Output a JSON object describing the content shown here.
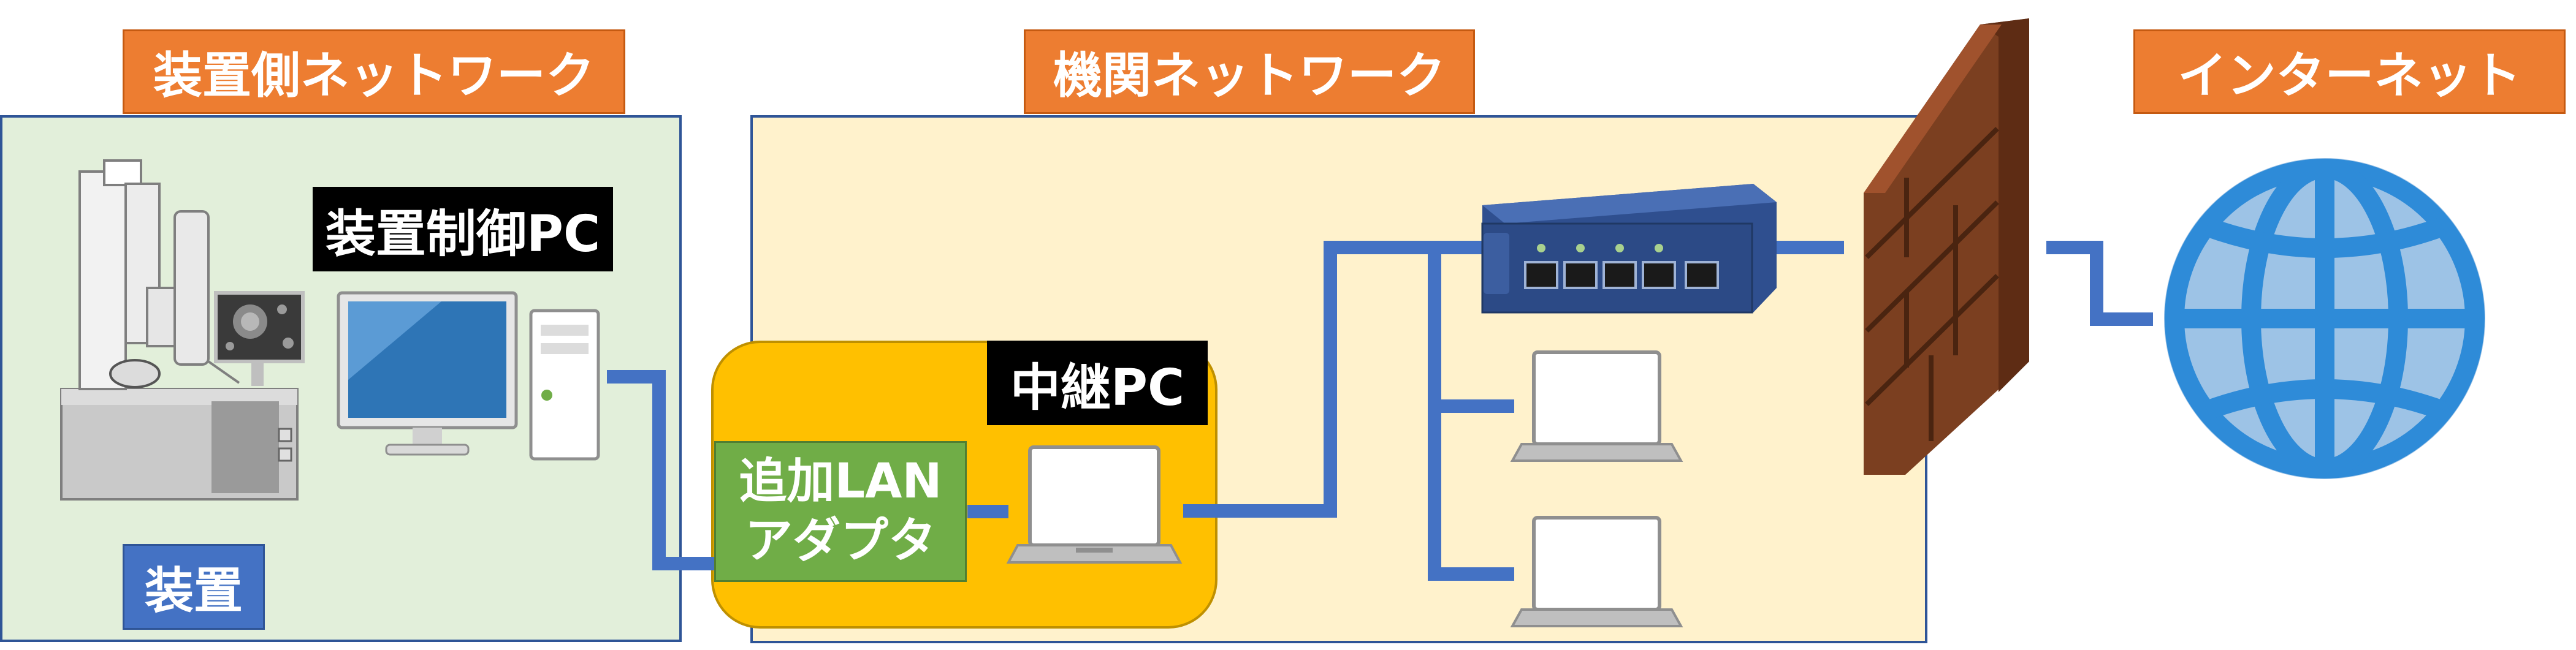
{
  "labels": {
    "device_network": "装置側ネットワーク",
    "institution_network": "機関ネットワーク",
    "internet": "インターネット",
    "control_pc": "装置制御PC",
    "device": "装置",
    "relay_pc": "中継PC",
    "lan_adapter_line1": "追加LAN",
    "lan_adapter_line2": "アダプタ"
  },
  "icons": [
    "microscope-icon",
    "monitor-icon",
    "pc-tower-icon",
    "laptop-icon",
    "network-switch-icon",
    "firewall-icon",
    "globe-icon"
  ],
  "colors": {
    "device_network_bg": "#e2efda",
    "institution_network_bg": "#fff2cc",
    "relay_pc_bg": "#ffc000",
    "label_orange": "#ed7d31",
    "label_blue": "#4472c4",
    "adapter_green": "#70ad47",
    "cable": "#4472c4"
  }
}
